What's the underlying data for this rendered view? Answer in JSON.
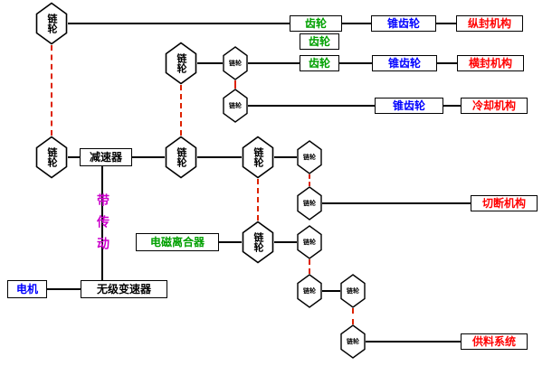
{
  "labels": {
    "chain_wheel": "链轮",
    "gear": "齿轮",
    "bevel_gear": "锥齿轮",
    "longitudinal_seal_mechanism": "纵封机构",
    "transverse_seal_mechanism": "横封机构",
    "cooling_mechanism": "冷却机构",
    "cutting_mechanism": "切断机构",
    "feeding_system": "供料系统",
    "reducer": "减速器",
    "belt_drive": "带传动",
    "electromagnetic_clutch": "电磁离合器",
    "motor": "电机",
    "cvt": "无级变速器"
  },
  "colors": {
    "gear_text": "#00a000",
    "bevel_gear_text": "#0000ff",
    "mechanism_text": "#ff0000",
    "belt_drive_text": "#cc00cc",
    "motor_text": "#0000ff",
    "plain_text": "#000000",
    "chain_link_dash": "#dd2200",
    "connector_line": "#000000",
    "background": "#ffffff"
  }
}
